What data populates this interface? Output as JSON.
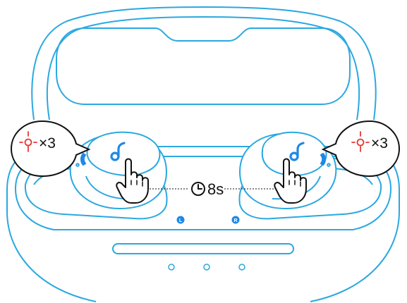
{
  "left_callout": {
    "icon": "tap-light-icon",
    "tap_count": "×3"
  },
  "right_callout": {
    "icon": "tap-light-icon",
    "tap_count": "×3"
  },
  "timer": {
    "icon": "clock-icon",
    "label": "8s"
  },
  "case": {
    "left_marker": "L",
    "right_marker": "R",
    "charging_lights": 3
  },
  "colors": {
    "outline": "#2aa8e0",
    "accent_red": "#e53935",
    "ink": "#111111",
    "marker_fill": "#1e88e5",
    "background": "#ffffff"
  },
  "icons": [
    "tap-light-icon",
    "clock-icon",
    "hand-pointer-icon",
    "soundcore-logo-icon"
  ]
}
